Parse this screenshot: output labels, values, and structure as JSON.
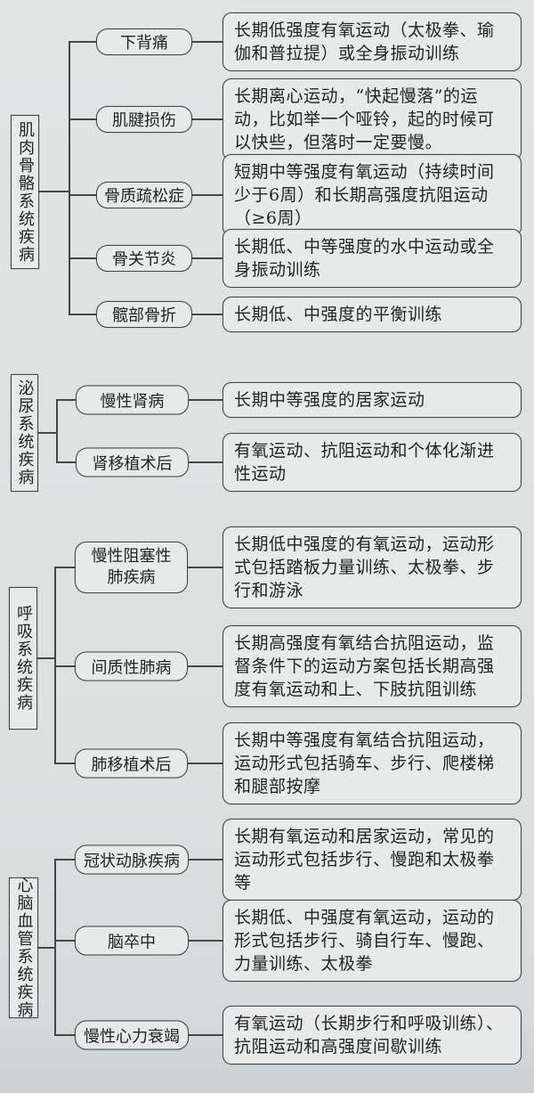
{
  "page": {
    "background_color": "#dce1e0",
    "box_fill_color": "#e7eae8",
    "border_color": "#43484a",
    "text_color": "#212527"
  },
  "groups": [
    {
      "category": "肌肉骨骼系统疾病",
      "items": [
        {
          "label": "下背痛",
          "desc": "长期低强度有氧运动（太极拳、瑜伽和普拉提）或全身振动训练"
        },
        {
          "label": "肌腱损伤",
          "desc": "长期离心运动，“快起慢落”的运动，比如举一个哑铃，起的时候可以快些，但落时一定要慢。"
        },
        {
          "label": "骨质疏松症",
          "desc": "短期中等强度有氧运动（持续时间少于6周）和长期高强度抗阻运动（≥6周）"
        },
        {
          "label": "骨关节炎",
          "desc": "长期低、中等强度的水中运动或全身振动训练"
        },
        {
          "label": "髋部骨折",
          "desc": "长期低、中强度的平衡训练"
        }
      ]
    },
    {
      "category": "泌尿系统疾病",
      "items": [
        {
          "label": "慢性肾病",
          "desc": "长期中等强度的居家运动"
        },
        {
          "label": "肾移植术后",
          "desc": "有氧运动、抗阻运动和个体化渐进性运动"
        }
      ]
    },
    {
      "category": "呼吸系统疾病",
      "items": [
        {
          "label": "慢性阻塞性肺疾病",
          "desc": "长期低中强度的有氧运动，运动形式包括踏板力量训练、太极拳、步行和游泳"
        },
        {
          "label": "间质性肺病",
          "desc": "长期高强度有氧结合抗阻运动，监督条件下的运动方案包括长期高强度有氧运动和上、下肢抗阻训练"
        },
        {
          "label": "肺移植术后",
          "desc": "长期中等强度有氧结合抗阻运动，运动形式包括骑车、步行、爬楼梯和腿部按摩"
        }
      ]
    },
    {
      "category": "心脑血管系统疾病",
      "items": [
        {
          "label": "冠状动脉疾病",
          "desc": "长期有氧运动和居家运动，常见的运动形式包括步行、慢跑和太极拳等"
        },
        {
          "label": "脑卒中",
          "desc": "长期低、中强度有氧运动，运动的形式包括步行、骑自行车、慢跑、力量训练、太极拳"
        },
        {
          "label": "慢性心力衰竭",
          "desc": "有氧运动（长期步行和呼吸训练）、抗阻运动和高强度间歇训练"
        }
      ]
    }
  ]
}
